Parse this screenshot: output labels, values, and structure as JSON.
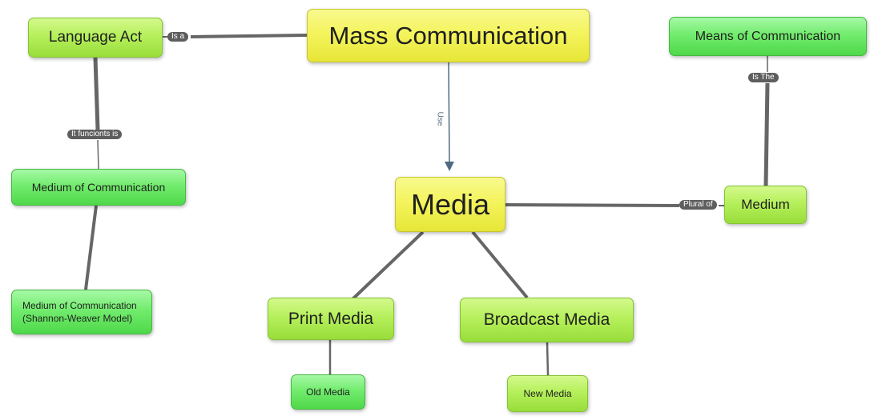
{
  "diagram": {
    "type": "concept-map",
    "nodes": {
      "mass_communication": "Mass Communication",
      "language_act": "Language Act",
      "medium_of_communication": "Medium of Communication",
      "shannon_weaver_line1": "Medium of Communication",
      "shannon_weaver_line2": "(Shannon-Weaver Model)",
      "media": "Media",
      "means_of_communication": "Means of Communication",
      "medium": "Medium",
      "print_media": "Print Media",
      "broadcast_media": "Broadcast Media",
      "old_media": "Old Media",
      "new_media": "New Media"
    },
    "links": {
      "is_a": "Is a",
      "it_funcionts_is": "It funcionts is",
      "use": "Use",
      "is_the": "Is The",
      "plural_of": "Plural of"
    },
    "edges": [
      {
        "from": "Mass Communication",
        "to": "Language Act",
        "label": "Is a"
      },
      {
        "from": "Language Act",
        "to": "Medium of Communication",
        "label": "It funcionts is"
      },
      {
        "from": "Medium of Communication",
        "to": "Medium of Communication (Shannon-Weaver Model)",
        "label": ""
      },
      {
        "from": "Mass Communication",
        "to": "Media",
        "label": "Use"
      },
      {
        "from": "Means of Communication",
        "to": "Medium",
        "label": "Is The"
      },
      {
        "from": "Media",
        "to": "Medium",
        "label": "Plural of"
      },
      {
        "from": "Media",
        "to": "Print Media",
        "label": ""
      },
      {
        "from": "Media",
        "to": "Broadcast Media",
        "label": ""
      },
      {
        "from": "Print Media",
        "to": "Old Media",
        "label": ""
      },
      {
        "from": "Broadcast Media",
        "to": "New Media",
        "label": ""
      }
    ],
    "colors": {
      "root_yellow": "#f4f45e",
      "node_lime": "#b6f05c",
      "node_green": "#72ec6e",
      "connector": "#666666",
      "arrow": "#4f6a80",
      "link_pill": "#5e5e5e"
    }
  }
}
